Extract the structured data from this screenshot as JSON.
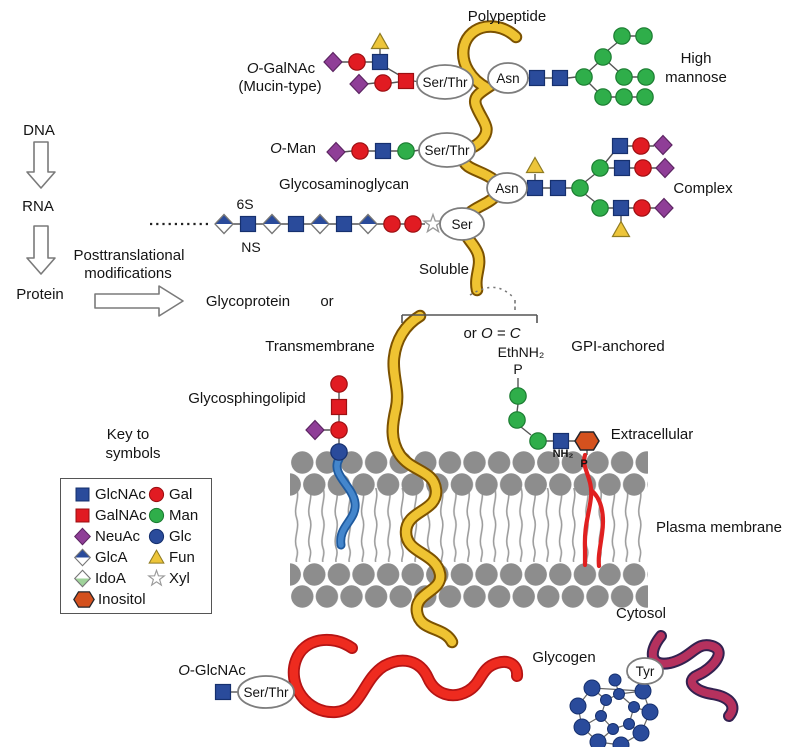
{
  "labels": {
    "polypeptide": "Polypeptide",
    "o_italic": "O",
    "galnac_suffix": "-GalNAc",
    "mucin_type": "(Mucin-type)",
    "high": "High",
    "mannose": "mannose",
    "dna": "DNA",
    "rna": "RNA",
    "protein_word": "Protein",
    "man_suffix": "-Man",
    "glycosaminoglycan": "Glycosaminoglycan",
    "complex": "Complex",
    "six_s": "6S",
    "ns": "NS",
    "posttranslational": "Posttranslational",
    "modifications": "modifications",
    "glycoprotein": "Glycoprotein",
    "or_word": "or",
    "soluble": "Soluble",
    "or_small": "or",
    "o_equals_c": "O = C",
    "transmembrane": "Transmembrane",
    "ethnh2": "EthNH₂",
    "p_upper": "P",
    "gpi_anchored": "GPI-anchored",
    "glycosphingolipid": "Glycosphingolipid",
    "extracellular": "Extracellular",
    "nh2": "NH₂",
    "p_lower": "P",
    "plasma_membrane": "Plasma membrane",
    "cytosol": "Cytosol",
    "glcnac_suffix": "-GlcNAc",
    "glycogen": "Glycogen"
  },
  "residues": {
    "ser_thr": "Ser/Thr",
    "asn": "Asn",
    "ser": "Ser",
    "tyr": "Tyr"
  },
  "legend": {
    "title_line1": "Key to",
    "title_line2": "symbols",
    "col1": [
      {
        "icon": "glcnac-square-icon",
        "label": "GlcNAc"
      },
      {
        "icon": "galnac-square-icon",
        "label": "GalNAc"
      },
      {
        "icon": "neuac-diamond-icon",
        "label": "NeuAc"
      },
      {
        "icon": "glca-diamond-icon",
        "label": "GlcA"
      },
      {
        "icon": "idoa-diamond-icon",
        "label": "IdoA"
      },
      {
        "icon": "inositol-hexagon-icon",
        "label": "Inositol"
      }
    ],
    "col2": [
      {
        "icon": "gal-circle-icon",
        "label": "Gal"
      },
      {
        "icon": "man-circle-icon",
        "label": "Man"
      },
      {
        "icon": "glc-circle-icon",
        "label": "Glc"
      },
      {
        "icon": "fun-triangle-icon",
        "label": "Fun"
      },
      {
        "icon": "xyl-star-icon",
        "label": "Xyl"
      }
    ]
  },
  "colors": {
    "glcnac_blue": "#2a4b9b",
    "galnac_red": "#e11b22",
    "man_green": "#2fae4a",
    "neuac_purple": "#8f3e97",
    "fun_gold": "#edc53a",
    "inositol_orange": "#d4511e",
    "ribbon_gold": "#efc332",
    "membrane_gray": "#8d8d8d",
    "lipid_blue": "#4486cc",
    "gpi_lipid_red": "#e02020",
    "cytosolic_protein_red": "#ee2b1f",
    "glycogenin_maroon": "#b5315e"
  }
}
